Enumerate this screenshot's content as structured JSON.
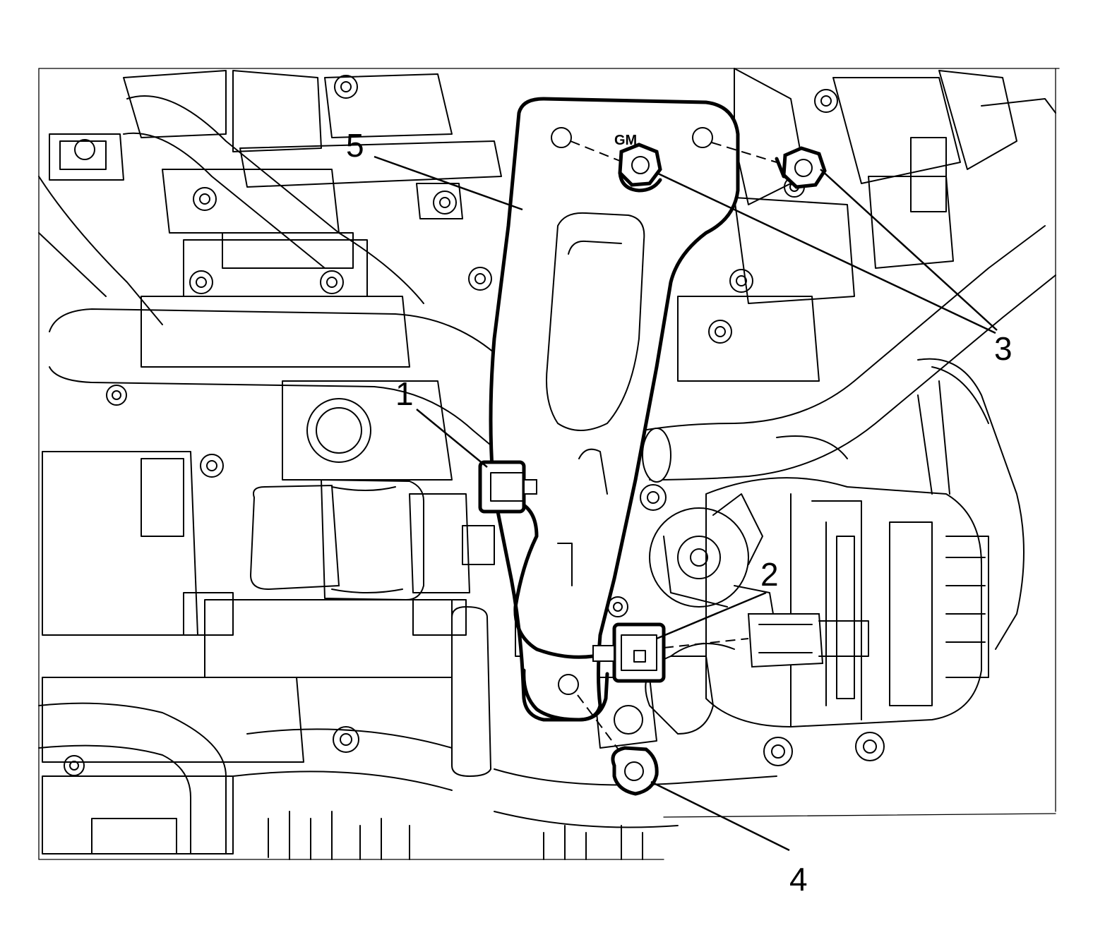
{
  "diagram": {
    "callouts": [
      {
        "id": "1",
        "label": "1"
      },
      {
        "id": "2",
        "label": "2"
      },
      {
        "id": "3",
        "label": "3"
      },
      {
        "id": "4",
        "label": "4"
      },
      {
        "id": "5",
        "label": "5"
      }
    ],
    "bracket_stamp": "GM"
  }
}
